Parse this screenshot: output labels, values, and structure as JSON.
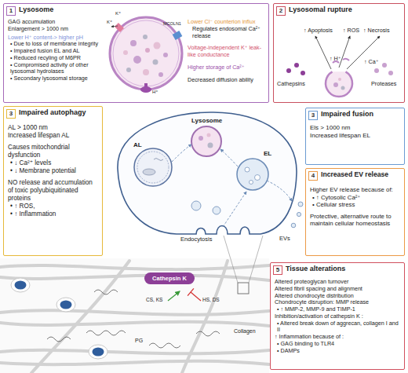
{
  "diagram": {
    "nodes": [
      {
        "text": [
          "Lysosome",
          "GAG accumulation",
          "Enlargement > 1000 nm",
          "Lower H⁺ content-> higher pH",
          "• Due to loss of membrane integrity",
          "• Impaired fusion EL and AL",
          "• Reduced recyling of M6PR",
          "• Compromised activity of other lysosomal hydrolases",
          "• Secondary lysosomal storage",
          "Lower Cl⁻ counterion influx",
          "Regulates endosomal Ca²⁺ release",
          "Voltage-independent K⁺ leak-like conductance",
          "Higher storage of Ca²⁺",
          "Decreased diffusion ability"
        ]
      },
      {
        "text": [
          "1"
        ],
        "in": 0
      },
      {
        "text": [
          "Lysosomal rupture",
          "↑ Apoptosis",
          "↑ ROS",
          "↑ Necrosis",
          "↑ H⁺",
          "↑ Ca⁺",
          "Cathepsins",
          "Proteases"
        ]
      },
      {
        "text": [
          "2"
        ],
        "in": 2
      },
      {
        "text": [
          "Impaired autophagy",
          "AL > 1000 nm",
          "Increased lifespan AL",
          "Causes mitochondrial dysfunction",
          "• ↓ Ca²⁺ levels",
          "• ↓ Membrane potential",
          "NO release and accumulation of toxic polyubiquitinated proteins",
          "• ↑ ROS,",
          "• ↑ Inflammation"
        ]
      },
      {
        "text": [
          "3"
        ],
        "in": 4
      },
      {
        "text": [
          "Impaired fusion",
          "Els > 1000 nm",
          "Increased lifespan EL"
        ]
      },
      {
        "text": [
          "3"
        ],
        "in": 6
      },
      {
        "text": [
          "Increased EV release",
          "Higher EV release because of:",
          "• ↑ Cytosolic Ca²⁺",
          "• Cellular stress",
          "Protective, alternative route to maintain cellular homeostasis"
        ]
      },
      {
        "text": [
          "4"
        ],
        "in": 8
      },
      {
        "text": [
          "Cathepsin K"
        ]
      },
      {
        "text": [
          "Tissue alterations",
          "Altered proteoglycan turnover",
          "Altered fibril spacing and alignment",
          "Altered chondrocyte distribution",
          "Chondrocyte disruption: MMP release",
          "• ↑ MMP-2, MMP-9 and TIMP-1",
          "Inhibition/activation of cathepsin K :",
          "• Altered break down of aggrecan, collagen I and II",
          "↑ Inflammation because of :",
          "• GAG binding to TLR4",
          "• DAMPs"
        ]
      },
      {
        "text": [
          "5"
        ],
        "in": 11
      }
    ],
    "labels": [
      "K⁺",
      "K⁺",
      "H⁺",
      "MCOLN1",
      "AL",
      "Lysosome",
      "EL",
      "Endocytosis",
      "EVs",
      "CS, KS",
      "HS, DS",
      "PG",
      "Collagen"
    ]
  }
}
